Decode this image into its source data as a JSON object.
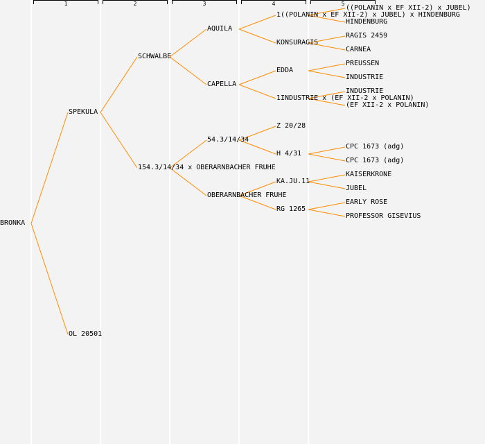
{
  "columns": [
    "1",
    "2",
    "3",
    "4",
    "5"
  ],
  "colors": {
    "line": "#ff8c00",
    "background": "#f3f3f3",
    "gridline": "#ffffff"
  },
  "tree": {
    "name": "BRONKA",
    "children": [
      {
        "name": "SPEKULA",
        "children": [
          {
            "name": "SCHWALBE",
            "children": [
              {
                "name": "AQUILA",
                "children": [
                  {
                    "name": "1((POLANIN x EF XII-2) x JUBEL) x HINDENBURG",
                    "children": [
                      {
                        "name": "((POLANIN x EF XII-2) x JUBEL)"
                      },
                      {
                        "name": "HINDENBURG"
                      }
                    ]
                  },
                  {
                    "name": "KONSURAGIS",
                    "children": [
                      {
                        "name": "RAGIS 2459"
                      },
                      {
                        "name": "CARNEA"
                      }
                    ]
                  }
                ]
              },
              {
                "name": "CAPELLA",
                "children": [
                  {
                    "name": "EDDA",
                    "children": [
                      {
                        "name": "PREUSSEN"
                      },
                      {
                        "name": "INDUSTRIE"
                      }
                    ]
                  },
                  {
                    "name": "1INDUSTRIE x (EF XII-2 x POLANIN)",
                    "children": [
                      {
                        "name": "INDUSTRIE"
                      },
                      {
                        "name": "(EF XII-2 x POLANIN)"
                      }
                    ]
                  }
                ]
              }
            ]
          },
          {
            "name": "154.3/14/34 x OBERARNBACHER FRUHE",
            "children": [
              {
                "name": "54.3/14/34",
                "children": [
                  {
                    "name": "Z 20/28"
                  },
                  {
                    "name": "H 4/31",
                    "children": [
                      {
                        "name": "CPC 1673 (adg)"
                      },
                      {
                        "name": "CPC 1673 (adg)"
                      }
                    ]
                  }
                ]
              },
              {
                "name": "OBERARNBACHER FRUHE",
                "children": [
                  {
                    "name": "KA.JU.11",
                    "children": [
                      {
                        "name": "KAISERKRONE"
                      },
                      {
                        "name": "JUBEL"
                      }
                    ]
                  },
                  {
                    "name": "RG 1265",
                    "children": [
                      {
                        "name": "EARLY ROSE"
                      },
                      {
                        "name": "PROFESSOR GISEVIUS"
                      }
                    ]
                  }
                ]
              }
            ]
          }
        ]
      },
      {
        "name": "OL 20501"
      }
    ]
  }
}
